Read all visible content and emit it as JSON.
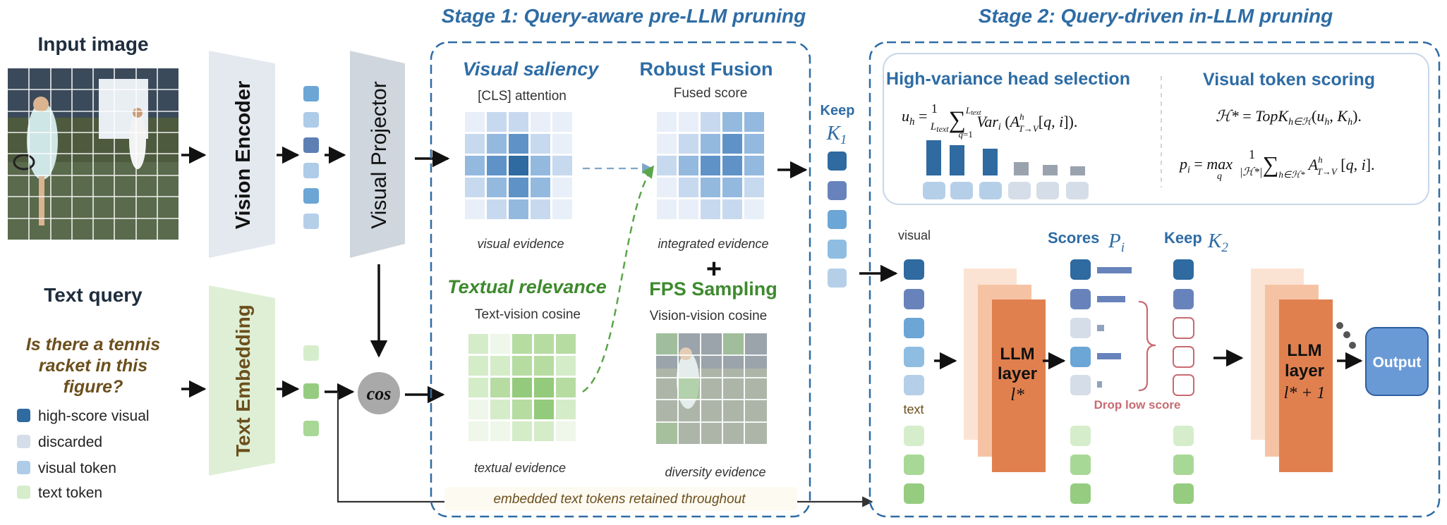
{
  "input": {
    "image_title": "Input image",
    "text_title": "Text query",
    "query_line1": "Is there a tennis",
    "query_line2": "racket in this",
    "query_line3": "figure?"
  },
  "legend": [
    {
      "label": "high-score visual",
      "color": "#2f6aa0"
    },
    {
      "label": "discarded",
      "color": "#d5dde8"
    },
    {
      "label": "visual token",
      "color": "#aecbe8"
    },
    {
      "label": "text token",
      "color": "#d6edcc"
    }
  ],
  "modules": {
    "vision_encoder": "Vision Encoder",
    "visual_projector": "Visual Projector",
    "text_embedding": "Text Embedding",
    "cos": "cos"
  },
  "stage1": {
    "title": "Stage 1: Query-aware pre-LLM pruning",
    "saliency_title": "Visual saliency",
    "saliency_sub": "[CLS] attention",
    "saliency_caption": "visual evidence",
    "fusion_title": "Robust Fusion",
    "fusion_sub": "Fused score",
    "fusion_caption": "integrated evidence",
    "plus": "+",
    "relevance_title": "Textual relevance",
    "relevance_sub": "Text-vision cosine",
    "relevance_caption": "textual evidence",
    "fps_title": "FPS Sampling",
    "fps_sub": "Vision-vision cosine",
    "fps_caption": "diversity evidence",
    "retained_note": "embedded text tokens retained throughout",
    "keep_label": "Keep",
    "keep_var": "K",
    "keep_sub": "1"
  },
  "stage2": {
    "title": "Stage 2: Query-driven in-LLM pruning",
    "head_title": "High-variance head selection",
    "scoring_title": "Visual token scoring",
    "visual_label": "visual",
    "text_label": "text",
    "scores_label": "Scores",
    "scores_var": "P",
    "scores_sub": "i",
    "keep2_label": "Keep",
    "keep2_var": "K",
    "keep2_sub": "2",
    "drop_label": "Drop low score",
    "llm_word1": "LLM",
    "llm_word2": "layer",
    "llm_var1": "l*",
    "llm_var2": "l* + 1",
    "output": "Output"
  },
  "colors": {
    "stage_blue": "#2e6ca4",
    "green": "#3e8a2e",
    "query_brown": "#6b4f1d",
    "drop_red": "#c86a72",
    "llm_orange": "#e0804f"
  }
}
